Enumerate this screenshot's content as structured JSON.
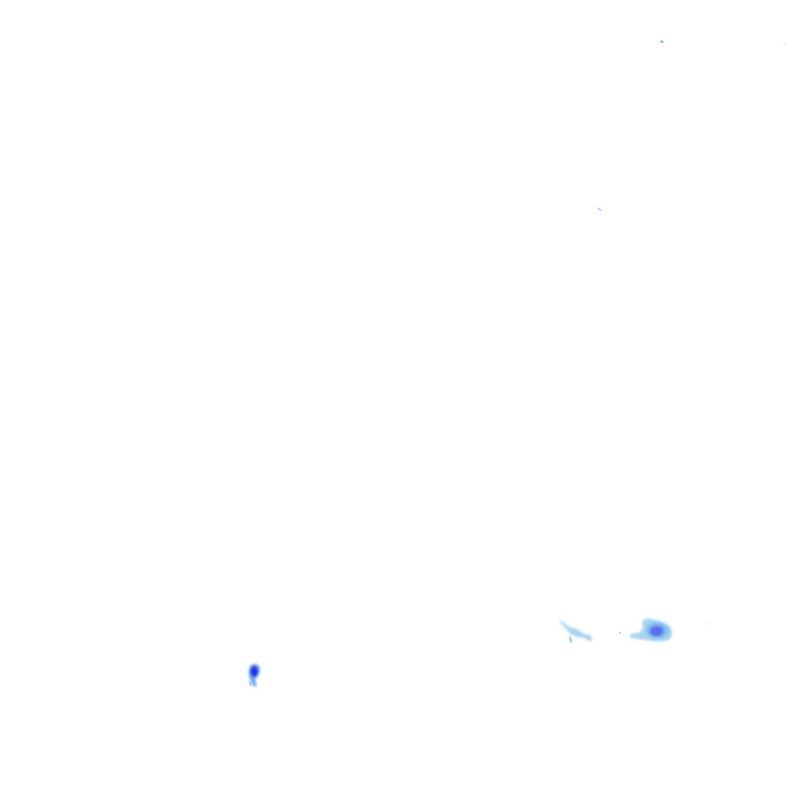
{
  "map": {
    "layer": "precipitation-radar-overlay",
    "background_color": "#ffffff",
    "palette": {
      "light": "#a8d4f0",
      "medium": "#6fa8f0",
      "heavy": "#5a6cf0",
      "intense": "#2a2ae0"
    },
    "echoes": [
      {
        "id": "echo-north-speck",
        "intensity": "medium"
      },
      {
        "id": "echo-upper-streak",
        "intensity": "medium"
      },
      {
        "id": "echo-east-streak",
        "intensity": "light"
      },
      {
        "id": "echo-southeast-band",
        "intensity": "light"
      },
      {
        "id": "echo-southeast-cell",
        "intensity": "heavy"
      },
      {
        "id": "echo-southwest-cell",
        "intensity": "intense"
      }
    ]
  }
}
